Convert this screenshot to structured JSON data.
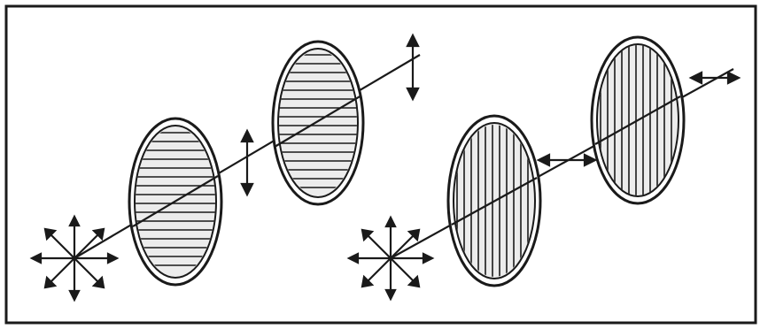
{
  "diagram": {
    "colors": {
      "ink": "#1a1a1a",
      "paper": "#ffffff",
      "fill": "#ececec"
    },
    "left_setup": {
      "light_source_icon": "unpolarized-light-star-icon",
      "polarizer_1_line_orientation": "horizontal",
      "polarizer_2_line_orientation": "horizontal",
      "transmitted_polarization_icon": "vertical-double-arrow-icon"
    },
    "right_setup": {
      "light_source_icon": "unpolarized-light-star-icon",
      "polarizer_1_line_orientation": "vertical",
      "polarizer_2_line_orientation": "vertical",
      "transmitted_polarization_icon": "horizontal-double-arrow-icon"
    }
  }
}
